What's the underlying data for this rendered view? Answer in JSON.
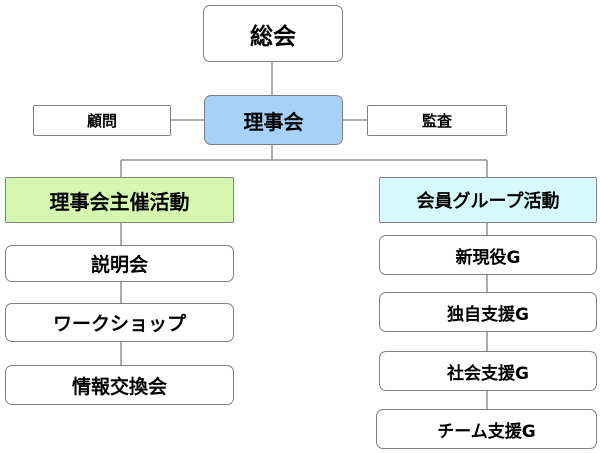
{
  "org": {
    "general_meeting": "総会",
    "board": "理事会",
    "advisor": "顧問",
    "auditor": "監査"
  },
  "left_branch": {
    "title": "理事会主催活動",
    "items": [
      "説明会",
      "ワークショップ",
      "情報交換会"
    ]
  },
  "right_branch": {
    "title": "会員グループ活動",
    "items": [
      "新現役G",
      "独自支援G",
      "社会支援G",
      "チーム支援G"
    ]
  },
  "colors": {
    "board_fill": "#a8d1f9",
    "left_title_fill": "#d5f7b0",
    "right_title_fill": "#d7fafc",
    "box_fill": "#ffffff",
    "border": "#808080",
    "line": "#808080"
  }
}
